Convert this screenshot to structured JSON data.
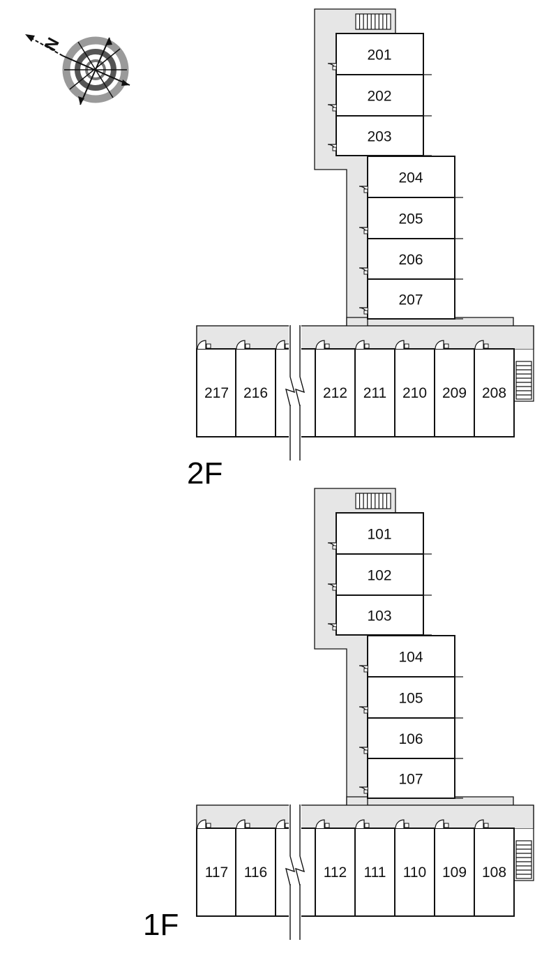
{
  "compass": {
    "north_label": "N",
    "icon": "compass-rose-icon"
  },
  "colors": {
    "corridor": "#e6e6e6",
    "wall": "#111111",
    "compass_ring": "#9a9a9a"
  },
  "floors": [
    {
      "label": "2F",
      "rooms_vertical": [
        "201",
        "202",
        "203",
        "204",
        "205",
        "206",
        "207"
      ],
      "rooms_horizontal": [
        "217",
        "216",
        "",
        "212",
        "211",
        "210",
        "209",
        "208"
      ]
    },
    {
      "label": "1F",
      "rooms_vertical": [
        "101",
        "102",
        "103",
        "104",
        "105",
        "106",
        "107"
      ],
      "rooms_horizontal": [
        "117",
        "116",
        "",
        "112",
        "111",
        "110",
        "109",
        "108"
      ]
    }
  ]
}
